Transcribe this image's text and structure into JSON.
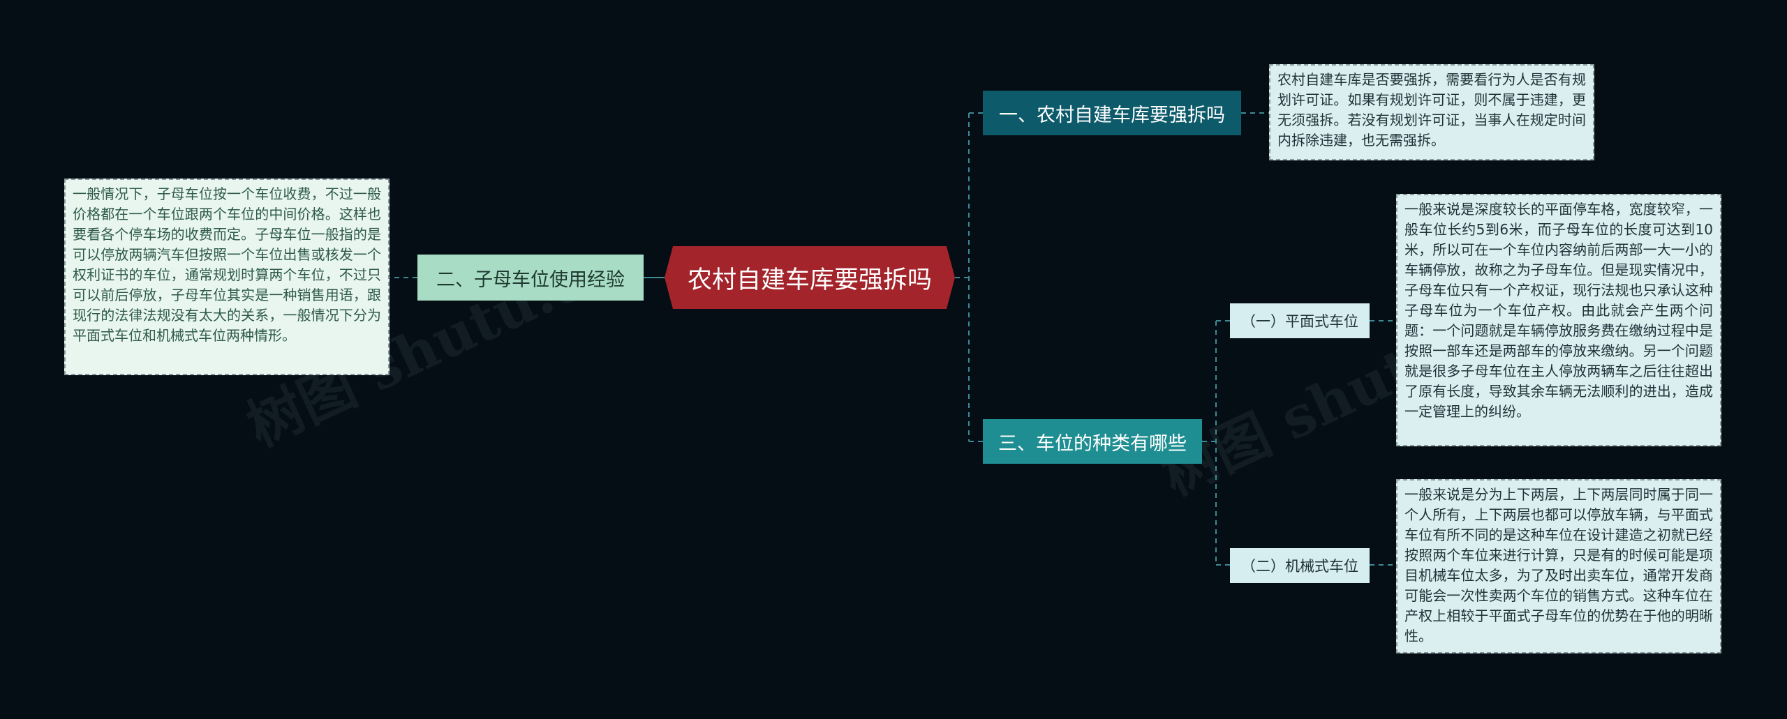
{
  "root": {
    "label": "农村自建车库要强拆吗"
  },
  "branch1": {
    "label": "一、农村自建车库要强拆吗",
    "note": "农村自建车库是否要强拆，需要看行为人是否有规划许可证。如果有规划许可证，则不属于违建，更无须强拆。若没有规划许可证，当事人在规定时间内拆除违建，也无需强拆。"
  },
  "branch2": {
    "label": "二、子母车位使用经验",
    "note": "一般情况下，子母车位按一个车位收费，不过一般价格都在一个车位跟两个车位的中间价格。这样也要看各个停车场的收费而定。子母车位一般指的是可以停放两辆汽车但按照一个车位出售或核发一个权利证书的车位，通常规划时算两个车位，不过只可以前后停放，子母车位其实是一种销售用语，跟现行的法律法规没有太大的关系，一般情况下分为平面式车位和机械式车位两种情形。"
  },
  "branch3": {
    "label": "三、车位的种类有哪些",
    "sub1": {
      "label": "（一）平面式车位",
      "note": "一般来说是深度较长的平面停车格，宽度较窄，一般车位长约5到6米，而子母车位的长度可达到10米，所以可在一个车位内容纳前后两部一大一小的车辆停放，故称之为子母车位。但是现实情况中，子母车位只有一个产权证，现行法规也只承认这种子母车位为一个车位产权。由此就会产生两个问题：一个问题就是车辆停放服务费在缴纳过程中是按照一部车还是两部车的停放来缴纳。另一个问题就是很多子母车位在主人停放两辆车之后往往超出了原有长度，导致其余车辆无法顺利的进出，造成一定管理上的纠纷。"
    },
    "sub2": {
      "label": "（二）机械式车位",
      "note": "一般来说是分为上下两层，上下两层同时属于同一个人所有，上下两层也都可以停放车辆，与平面式车位有所不同的是这种车位在设计建造之初就已经按照两个车位来进行计算，只是有的时候可能是项目机械车位太多，为了及时出卖车位，通常开发商可能会一次性卖两个车位的销售方式。这种车位在产权上相较于平面式子母车位的优势在于他的明晰性。"
    }
  },
  "watermark": "树图 shutu.cn",
  "colors": {
    "background": "#050e15",
    "root": "#a3242a",
    "branch1": "#0d5a6b",
    "branch2": "#a8dcc5",
    "branch3": "#1f8e92",
    "sub": "#d6eef0",
    "connector": "#3d8a95"
  }
}
